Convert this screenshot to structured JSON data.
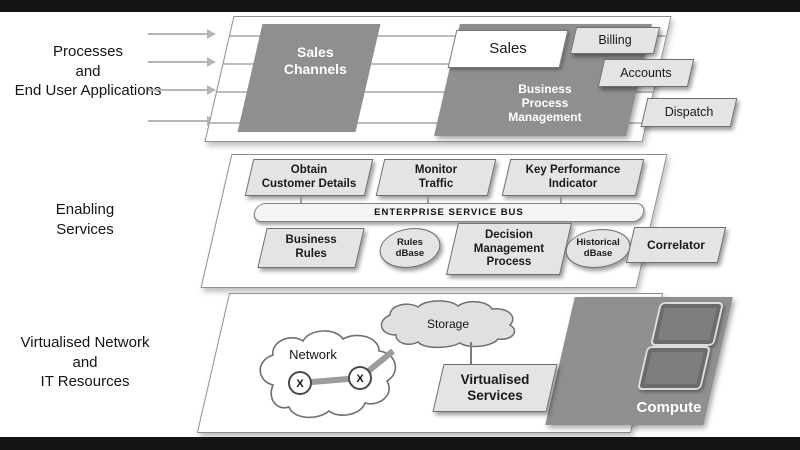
{
  "colors": {
    "dark_fill": "#8f8f8f",
    "light_fill": "#e4e4e4",
    "plane_border": "#8f8f8f",
    "arrow": "#b6b6b6",
    "letterbox": "#151515"
  },
  "left_panel": {
    "processes": [
      "Processes",
      "and",
      "End User Applications"
    ],
    "enabling": [
      "Enabling",
      "Services"
    ],
    "virtualised": [
      "Virtualised Network",
      "and",
      "IT Resources"
    ]
  },
  "top_layer": {
    "sales_channels": [
      "Sales",
      "Channels"
    ],
    "sales": "Sales",
    "business_process_management": [
      "Business",
      "Process",
      "Management"
    ],
    "billing": "Billing",
    "accounts": "Accounts",
    "dispatch": "Dispatch"
  },
  "enabling_layer": {
    "obtain_customer_details": [
      "Obtain",
      "Customer Details"
    ],
    "monitor_traffic": [
      "Monitor",
      "Traffic"
    ],
    "key_performance_indicator": [
      "Key Performance",
      "Indicator"
    ],
    "enterprise_service_bus": "ENTERPRISE SERVICE BUS",
    "business_rules": [
      "Business",
      "Rules"
    ],
    "rules_dbase": [
      "Rules",
      "dBase"
    ],
    "decision_management_process": [
      "Decision",
      "Management",
      "Process"
    ],
    "historical_dbase": [
      "Historical",
      "dBase"
    ],
    "correlator": "Correlator"
  },
  "resources_layer": {
    "network": "Network",
    "node_label": "X",
    "storage": "Storage",
    "virtualised_services": [
      "Virtualised",
      "Services"
    ],
    "compute": "Compute"
  }
}
